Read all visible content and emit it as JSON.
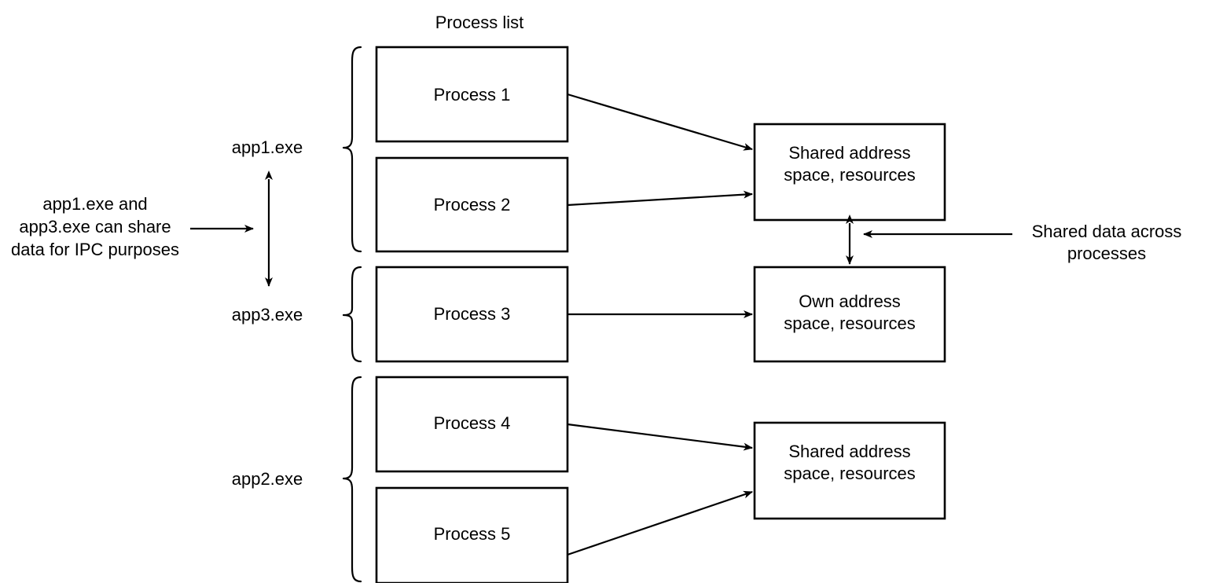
{
  "diagram": {
    "title": "Process list",
    "columns": {
      "process_list_header": "Process list"
    },
    "app_groups": [
      {
        "name": "app1.exe",
        "label": "app1.exe",
        "processes": [
          "Process 1",
          "Process 2"
        ],
        "target": "Shared address space, resources"
      },
      {
        "name": "app3.exe",
        "label": "app3.exe",
        "processes": [
          "Process 3"
        ],
        "target": "Own address space, resources"
      },
      {
        "name": "app2.exe",
        "label": "app2.exe",
        "processes": [
          "Process 4",
          "Process 5"
        ],
        "target": "Shared address space, resources"
      }
    ],
    "processes": [
      {
        "id": "p1",
        "label": "Process 1"
      },
      {
        "id": "p2",
        "label": "Process 2"
      },
      {
        "id": "p3",
        "label": "Process 3"
      },
      {
        "id": "p4",
        "label": "Process 4"
      },
      {
        "id": "p5",
        "label": "Process 5"
      }
    ],
    "memory_boxes": [
      {
        "id": "m1",
        "line1": "Shared address",
        "line2": "space, resources"
      },
      {
        "id": "m2",
        "line1": "Own address",
        "line2": "space, resources"
      },
      {
        "id": "m3",
        "line1": "Shared address",
        "line2": "space, resources"
      }
    ],
    "annotations": {
      "ipc_note": {
        "line1": "app1.exe and",
        "line2": "app3.exe can share",
        "line3": "data for IPC purposes"
      },
      "shared_data_note": {
        "line1": "Shared data across",
        "line2": "processes"
      }
    },
    "labels": {
      "app1": "app1.exe",
      "app2": "app2.exe",
      "app3": "app3.exe"
    },
    "colors": {
      "stroke": "#000000",
      "fill": "#ffffff",
      "background": "#ffffff"
    }
  }
}
